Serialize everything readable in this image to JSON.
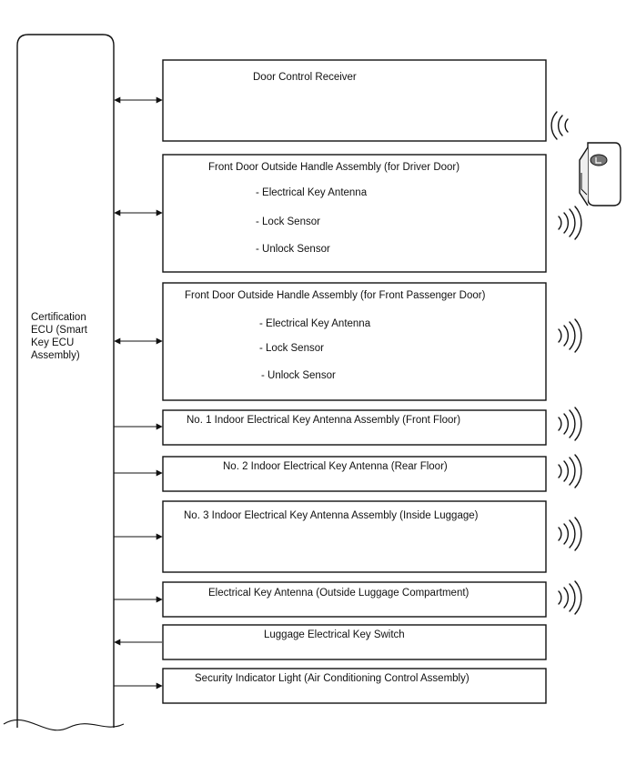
{
  "ecu": {
    "label_lines": [
      "Certification",
      "ECU (Smart",
      "Key ECU",
      "Assembly)"
    ]
  },
  "components": [
    {
      "title": "Door Control Receiver",
      "items": [],
      "arrow": "both",
      "waves": "left"
    },
    {
      "title": "Front Door Outside Handle Assembly (for Driver Door)",
      "items": [
        "- Electrical Key Antenna",
        "- Lock Sensor",
        "- Unlock Sensor"
      ],
      "arrow": "both",
      "waves": "right"
    },
    {
      "title": "Front Door Outside Handle Assembly (for Front Passenger Door)",
      "items": [
        "- Electrical Key Antenna",
        "- Lock Sensor",
        "- Unlock Sensor"
      ],
      "arrow": "both",
      "waves": "right"
    },
    {
      "title": "No. 1 Indoor Electrical Key Antenna Assembly (Front Floor)",
      "items": [],
      "arrow": "to-component",
      "waves": "right"
    },
    {
      "title": "No. 2 Indoor Electrical Key Antenna (Rear Floor)",
      "items": [],
      "arrow": "to-component",
      "waves": "right"
    },
    {
      "title": "No. 3 Indoor Electrical Key Antenna Assembly (Inside Luggage)",
      "items": [],
      "arrow": "to-component",
      "waves": "right"
    },
    {
      "title": "Electrical Key Antenna (Outside Luggage Compartment)",
      "items": [],
      "arrow": "to-component",
      "waves": "right"
    },
    {
      "title": "Luggage Electrical Key Switch",
      "items": [],
      "arrow": "to-ecu",
      "waves": "none"
    },
    {
      "title": "Security Indicator Light (Air Conditioning Control Assembly)",
      "items": [],
      "arrow": "to-component",
      "waves": "none"
    }
  ],
  "key_fob": {
    "icon": "smart-key-fob-icon"
  }
}
